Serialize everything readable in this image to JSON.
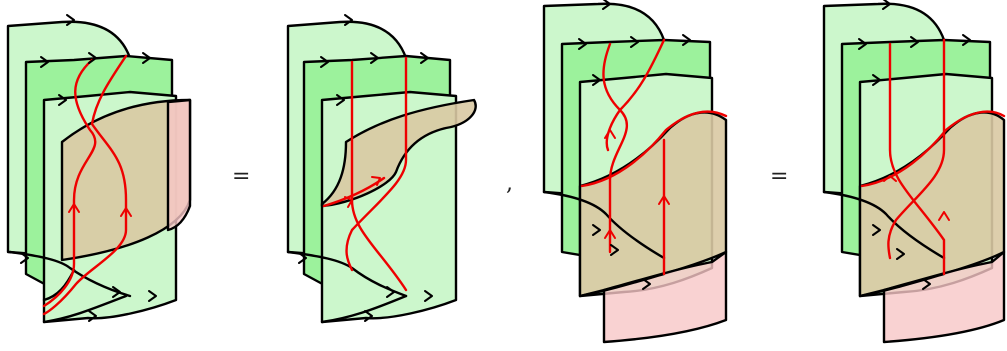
{
  "colors": {
    "sheet_light": "#ccf7cc",
    "sheet_mid": "#9cf29c",
    "sheet_dark": "#7ee57e",
    "foam_brown": "#d9c9a3",
    "foam_pink": "#f7c7c7",
    "defect_line": "#ee0000",
    "outline": "#000000"
  },
  "operators": {
    "equals_1": "=",
    "comma": ",",
    "equals_2": "="
  },
  "panels": [
    {
      "name": "panel-1"
    },
    {
      "name": "panel-2"
    },
    {
      "name": "panel-3"
    },
    {
      "name": "panel-4"
    }
  ]
}
